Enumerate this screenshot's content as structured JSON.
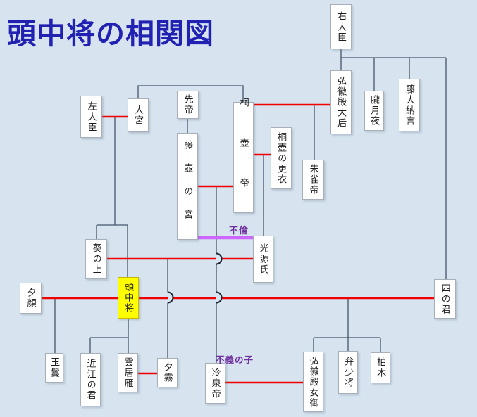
{
  "title": "頭中将の相関図",
  "annotations": {
    "affair": "不倫",
    "illegitimate_child": "不義の子"
  },
  "colors": {
    "background": "#d7e4f0",
    "title_blue": "#2222b2",
    "relation_red": "#f00000",
    "line_dark": "#44546a",
    "affair_purple": "#cc66ff",
    "annotation_purple": "#7030a0",
    "highlight_yellow": "#ffff00"
  },
  "nodes": [
    {
      "id": "udaijin",
      "label": "右大臣"
    },
    {
      "id": "sadaijin",
      "label": "左大臣"
    },
    {
      "id": "omiya",
      "label": "大宮"
    },
    {
      "id": "sentei",
      "label": "先帝"
    },
    {
      "id": "kiritsubo-tei",
      "label": "桐壺帝"
    },
    {
      "id": "fujitsubo",
      "label": "藤壺の宮"
    },
    {
      "id": "kiritsubo-koi",
      "label": "桐壺の更衣"
    },
    {
      "id": "suzaku-tei",
      "label": "朱雀帝"
    },
    {
      "id": "kokiden-taigo",
      "label": "弘徽殿大后"
    },
    {
      "id": "oborozukiyo",
      "label": "朧月夜"
    },
    {
      "id": "to-dainagon",
      "label": "藤大納言"
    },
    {
      "id": "aoi-no-ue",
      "label": "葵の上"
    },
    {
      "id": "hikaru-genji",
      "label": "光源氏"
    },
    {
      "id": "to-no-chujo",
      "label": "頭中将"
    },
    {
      "id": "yugao",
      "label": "夕顔"
    },
    {
      "id": "yon-no-kimi",
      "label": "四の君"
    },
    {
      "id": "tamakazura",
      "label": "玉鬘"
    },
    {
      "id": "omi-no-kimi",
      "label": "近江の君"
    },
    {
      "id": "kumoi-no-kari",
      "label": "雲居雁"
    },
    {
      "id": "yugiri",
      "label": "夕霧"
    },
    {
      "id": "reizei-tei",
      "label": "冷泉帝"
    },
    {
      "id": "kokiden-nyogo",
      "label": "弘徽殿女御"
    },
    {
      "id": "ben-no-shosho",
      "label": "弁少将"
    },
    {
      "id": "kashiwagi",
      "label": "柏木"
    }
  ]
}
